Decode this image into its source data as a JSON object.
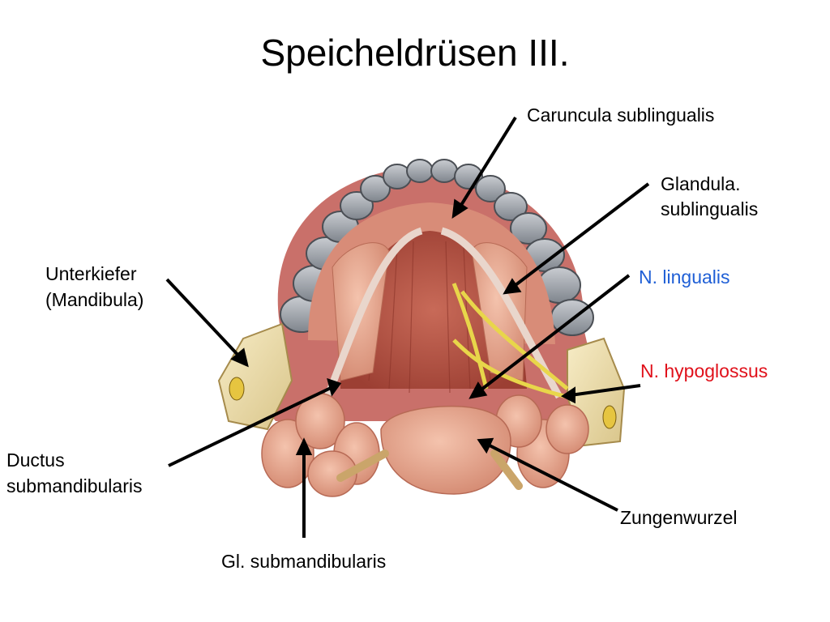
{
  "slide": {
    "title": "Speicheldrüsen III."
  },
  "labels": {
    "caruncula": "Caruncula sublingualis",
    "glandula_line1": "Glandula.",
    "glandula_line2": "sublingualis",
    "unterkiefer_line1": "Unterkiefer",
    "unterkiefer_line2": "(Mandibula)",
    "n_lingualis": "N. lingualis",
    "n_hypoglossus": "N. hypoglossus",
    "ductus_line1": "Ductus",
    "ductus_line2": "submandibularis",
    "zungenwurzel": "Zungenwurzel",
    "gl_submandibularis": "Gl. submandibularis"
  },
  "colors": {
    "n_lingualis": "#1f5fd6",
    "n_hypoglossus": "#e0101a",
    "default_text": "#000000"
  }
}
